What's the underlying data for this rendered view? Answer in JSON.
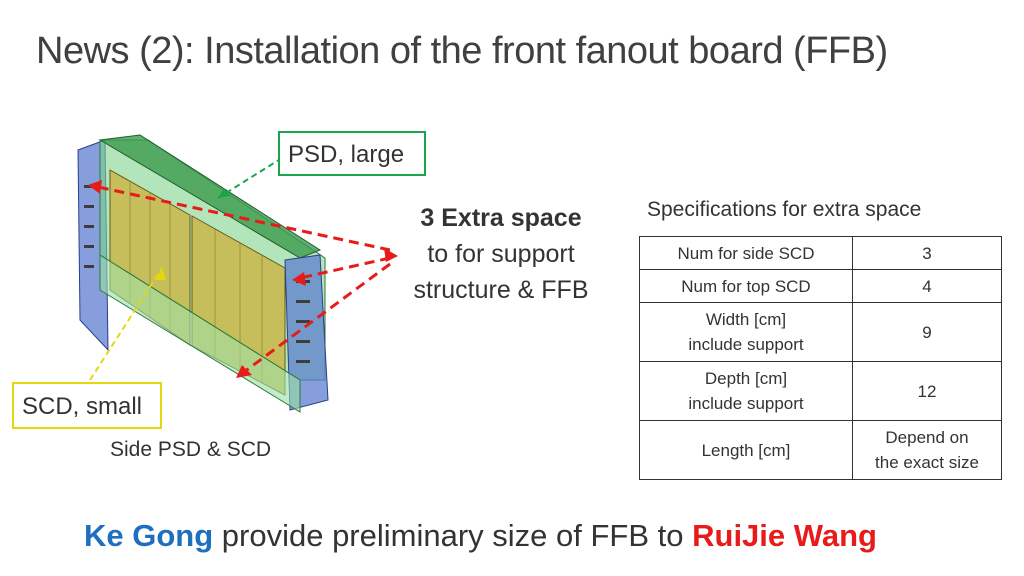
{
  "slide": {
    "title": "News (2): Installation of the front fanout board (FFB)"
  },
  "figure": {
    "psd_label": "PSD, large",
    "scd_label": "SCD, small",
    "caption": "Side PSD & SCD",
    "colors": {
      "psd_green": "#1aa54a",
      "scd_yellow": "#e5d70e",
      "arrow_red": "#e81b1b"
    }
  },
  "extra": {
    "bold": "3 Extra space",
    "line2": "to for support",
    "line3": "structure & FFB"
  },
  "spec": {
    "caption": "Specifications for extra space",
    "rows": [
      {
        "label_lines": [
          "Num for side SCD"
        ],
        "value_lines": [
          "3"
        ]
      },
      {
        "label_lines": [
          "Num for top SCD"
        ],
        "value_lines": [
          "4"
        ]
      },
      {
        "label_lines": [
          "Width [cm]",
          "include support"
        ],
        "value_lines": [
          "9"
        ]
      },
      {
        "label_lines": [
          "Depth [cm]",
          "include support"
        ],
        "value_lines": [
          "12"
        ]
      },
      {
        "label_lines": [
          "Length [cm]"
        ],
        "value_lines": [
          "Depend on",
          "the exact size"
        ]
      }
    ]
  },
  "footer": {
    "name1": "Ke Gong",
    "middle": " provide preliminary size of FFB to ",
    "name2": "RuiJie Wang",
    "colors": {
      "name1": "#1f6fbf",
      "name2": "#e81b1b"
    }
  }
}
